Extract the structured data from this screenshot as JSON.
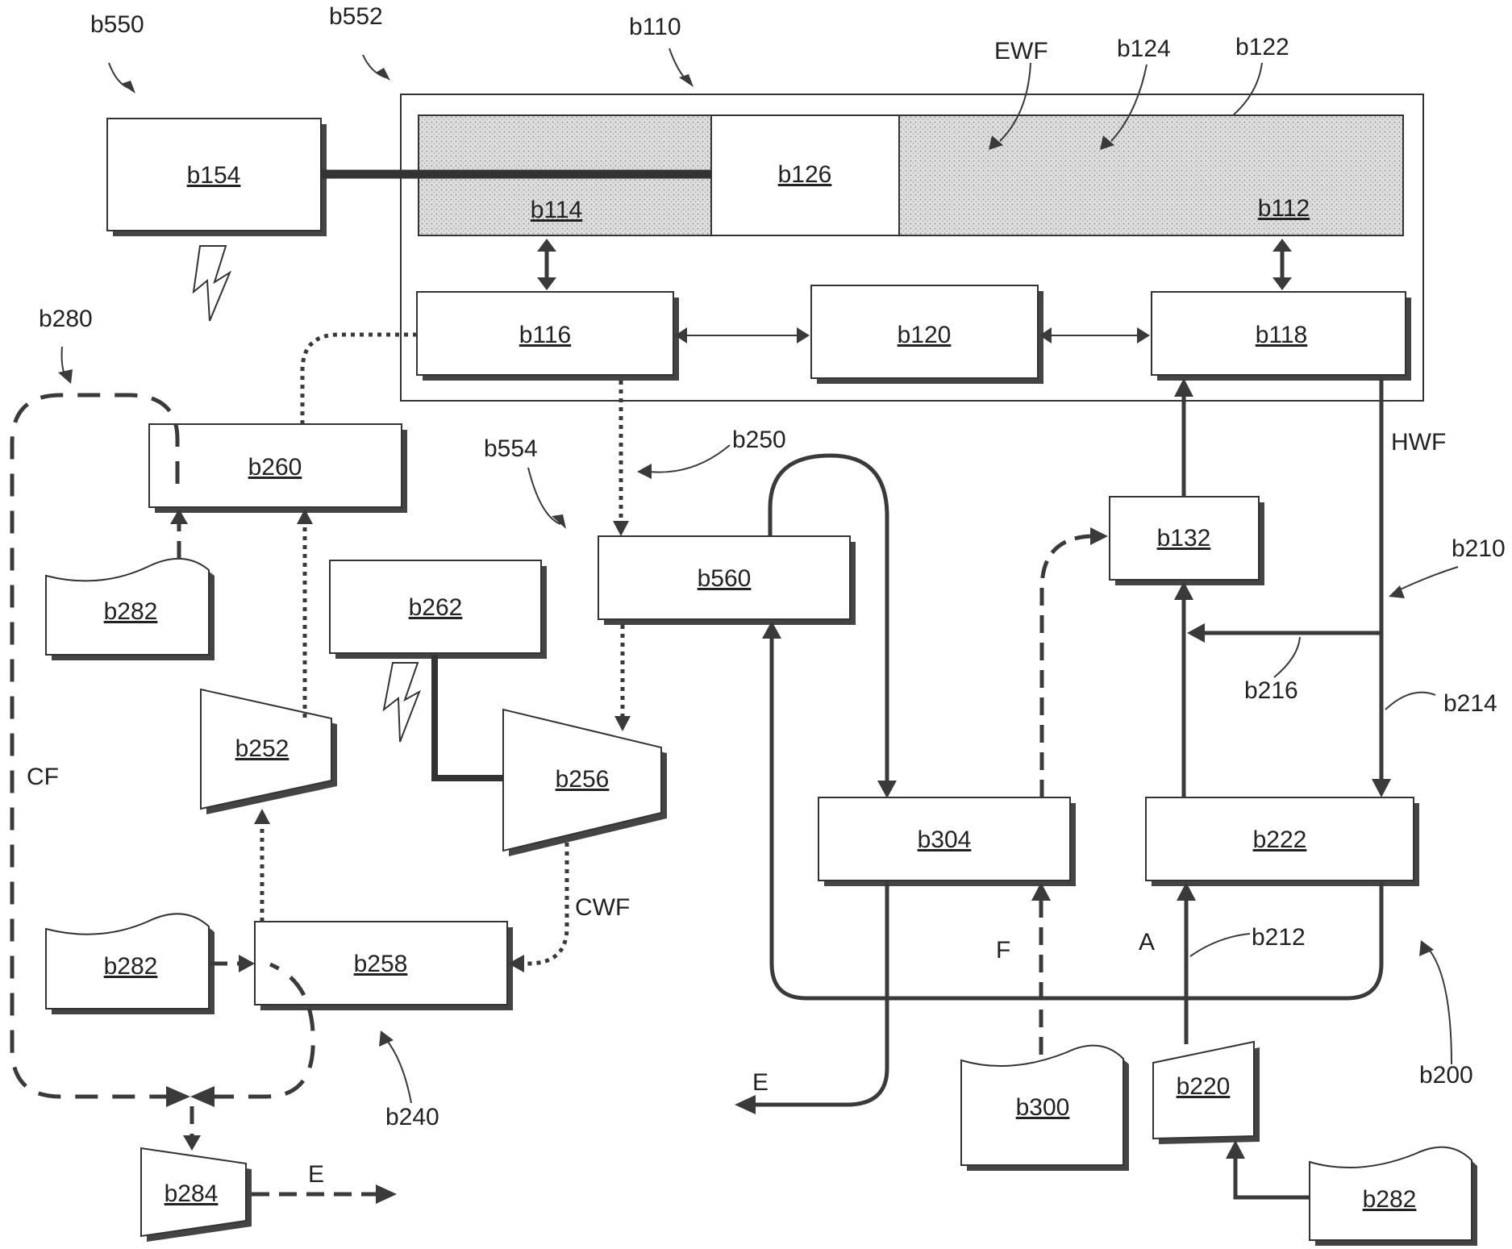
{
  "colors": {
    "stroke": "#3a3a3a",
    "stipple": "#d9d9d9",
    "shadow": "#444444",
    "background": "#ffffff"
  },
  "reference_labels": {
    "b550": "b550",
    "b552": "b552",
    "b110": "b110",
    "b280": "b280",
    "b554": "b554",
    "b250": "b250",
    "b210": "b210",
    "b216": "b216",
    "b214": "b214",
    "b212": "b212",
    "b240": "b240",
    "b200": "b200",
    "ewf": "EWF",
    "b124": "b124",
    "b122": "b122"
  },
  "flow_labels": {
    "hwf": "HWF",
    "cf": "CF",
    "cwf": "CWF",
    "f": "F",
    "a": "A",
    "e_exhaust": "E",
    "e_outlet": "E"
  },
  "blocks": {
    "b154": "b154",
    "b114": "b114",
    "b126": "b126",
    "b112": "b112",
    "b116": "b116",
    "b120": "b120",
    "b118": "b118",
    "b260": "b260",
    "b262": "b262",
    "b560": "b560",
    "b132": "b132",
    "b282_top": "b282",
    "b252": "b252",
    "b256": "b256",
    "b304": "b304",
    "b222": "b222",
    "b282_mid": "b282",
    "b258": "b258",
    "b300": "b300",
    "b220": "b220",
    "b284": "b284",
    "b282_bot": "b282"
  },
  "icons": [
    "lightning-bolt-icon",
    "lightning-bolt-icon"
  ]
}
